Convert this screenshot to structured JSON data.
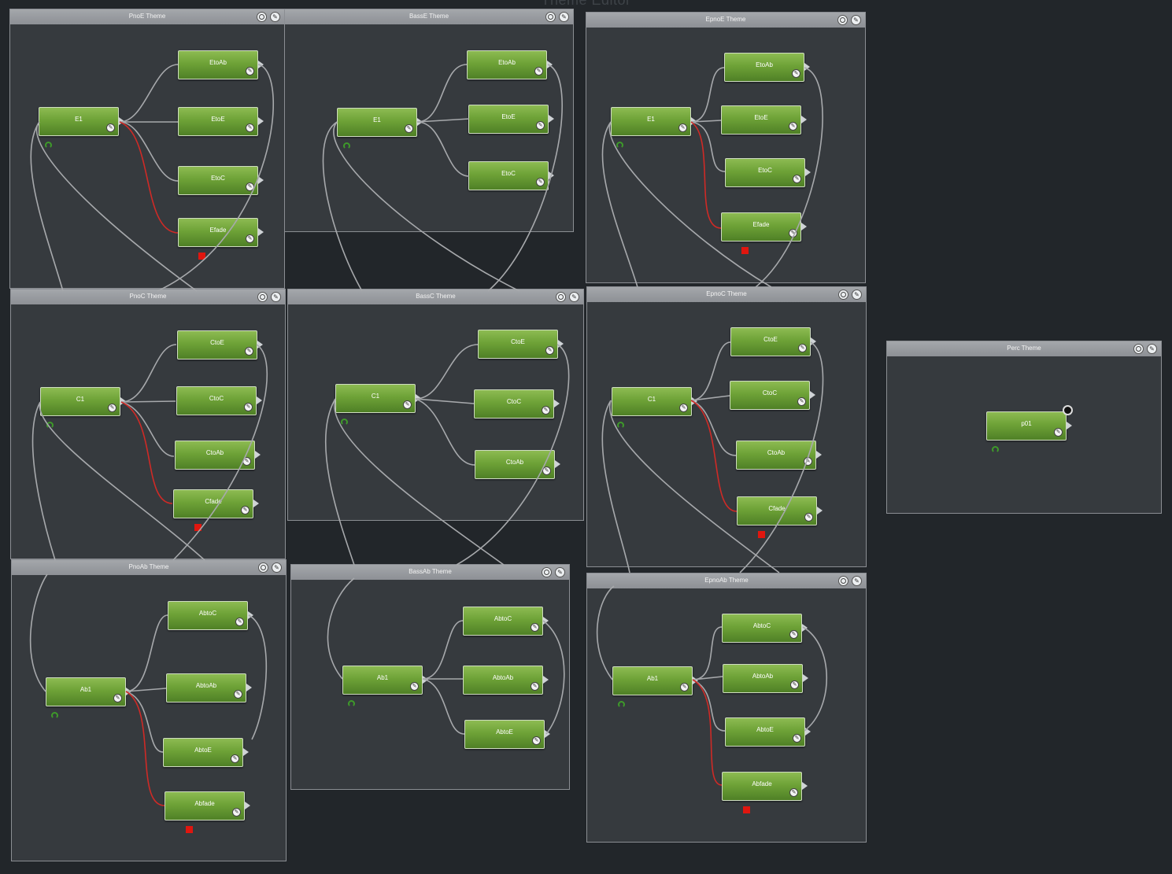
{
  "app_title": "Theme Editor",
  "panels": {
    "pnoe": {
      "title": "PnoE Theme",
      "nodes": [
        "E1",
        "EtoAb",
        "EtoE",
        "EtoC",
        "Efade"
      ]
    },
    "basse": {
      "title": "BassE Theme",
      "nodes": [
        "E1",
        "EtoAb",
        "EtoE",
        "EtoC"
      ]
    },
    "epnoe": {
      "title": "EpnoE Theme",
      "nodes": [
        "E1",
        "EtoAb",
        "EtoE",
        "EtoC",
        "Efade"
      ]
    },
    "pnoc": {
      "title": "PnoC Theme",
      "nodes": [
        "C1",
        "CtoE",
        "CtoC",
        "CtoAb",
        "Cfade"
      ]
    },
    "bassc": {
      "title": "BassC Theme",
      "nodes": [
        "C1",
        "CtoE",
        "CtoC",
        "CtoAb"
      ]
    },
    "epnoc": {
      "title": "EpnoC Theme",
      "nodes": [
        "C1",
        "CtoE",
        "CtoC",
        "CtoAb",
        "Cfade"
      ]
    },
    "pnoab": {
      "title": "PnoAb Theme",
      "nodes": [
        "Ab1",
        "AbtoC",
        "AbtoAb",
        "AbtoE",
        "Abfade"
      ]
    },
    "bassab": {
      "title": "BassAb Theme",
      "nodes": [
        "Ab1",
        "AbtoC",
        "AbtoAb",
        "AbtoE"
      ]
    },
    "epnoab": {
      "title": "EpnoAb Theme",
      "nodes": [
        "Ab1",
        "AbtoC",
        "AbtoAb",
        "AbtoE",
        "Abfade"
      ]
    },
    "perc": {
      "title": "Perc Theme",
      "nodes": [
        "p01"
      ]
    }
  },
  "icons": {
    "panel_record": "record-target-icon",
    "panel_edit": "wrench-icon",
    "node_edit": "wrench-icon",
    "loop": "loop-arrow-icon",
    "stop": "stop-square-icon",
    "output_port": "port-triangle-icon"
  },
  "colors": {
    "background": "#22262a",
    "panel": "#363a3e",
    "panel_header": "#9a9da1",
    "node": "#6ea237",
    "wire": "#a7a9ac",
    "fade_wire": "#cf2a26",
    "stop_marker": "#e0160f"
  }
}
